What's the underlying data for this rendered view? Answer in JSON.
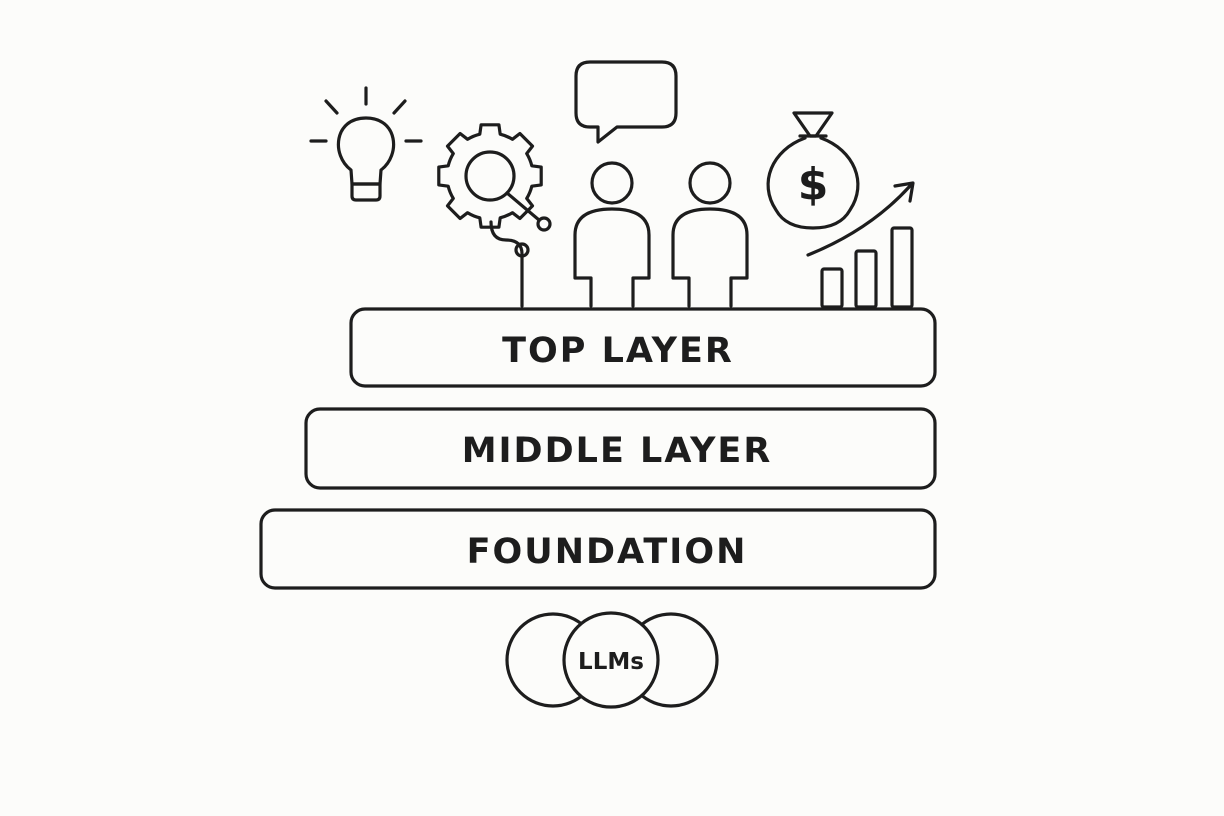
{
  "layers": {
    "top": {
      "label": "TOP LAYER"
    },
    "middle": {
      "label": "MIDDLE LAYER"
    },
    "foundation": {
      "label": "FOUNDATION"
    }
  },
  "base": {
    "label": "LLMs"
  },
  "icons": {
    "money_bag_symbol": "$",
    "items": [
      "lightbulb-icon",
      "gear-magnifier-icon",
      "speech-bubble-icon",
      "person-icon",
      "money-bag-icon",
      "growth-chart-icon"
    ]
  },
  "colors": {
    "line": "#1d1d1d",
    "background": "#fcfcfa"
  }
}
